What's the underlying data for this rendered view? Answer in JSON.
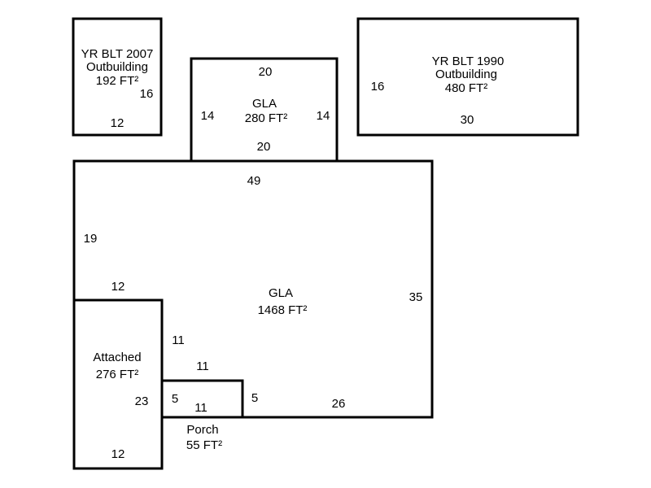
{
  "outbuilding_2007": {
    "year": "YR BLT 2007",
    "label": "Outbuilding",
    "area": "192 FT²",
    "dims": [
      "16",
      "12"
    ]
  },
  "gla_upper": {
    "label": "GLA",
    "area": "280 FT²",
    "dims": [
      "20",
      "14",
      "14",
      "20"
    ]
  },
  "outbuilding_1990": {
    "year": "YR BLT 1990",
    "label": "Outbuilding",
    "area": "480 FT²",
    "dims": [
      "16",
      "30"
    ]
  },
  "gla_main": {
    "label": "GLA",
    "area": "1468 FT²",
    "dims": [
      "49",
      "19",
      "12",
      "35",
      "11",
      "11",
      "5",
      "26"
    ]
  },
  "attached": {
    "label": "Attached",
    "area": "276 FT²",
    "dims": [
      "23",
      "12"
    ]
  },
  "porch": {
    "label": "Porch",
    "area": "55 FT²",
    "dims": [
      "5",
      "11"
    ]
  },
  "colors": {
    "line": "#000000",
    "background": "#ffffff"
  }
}
